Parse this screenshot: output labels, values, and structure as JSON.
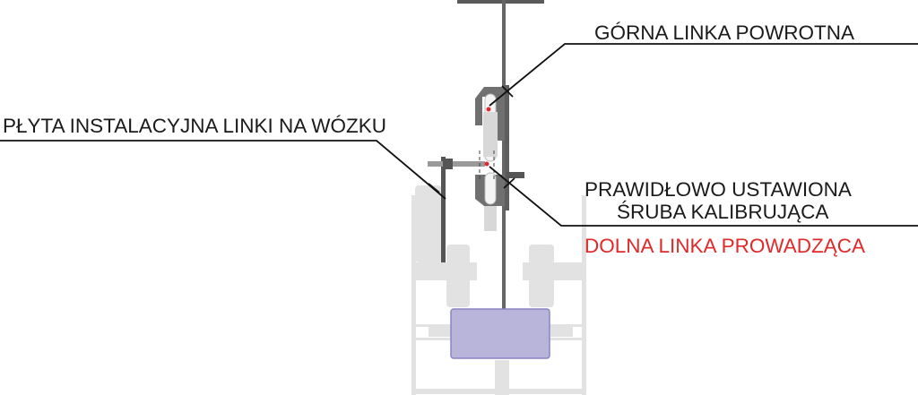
{
  "labels": {
    "upper_cable": "GÓRNA LINKA POWROTNA",
    "mounting_plate": "PŁYTA INSTALACYJNA LINKI NA WÓZKU",
    "calibration_line1": "PRAWIDŁOWO USTAWIONA",
    "calibration_line2": "ŚRUBA KALIBRUJĄCA",
    "lower_cable": "DOLNA LINKA PROWADZĄCA"
  },
  "colors": {
    "text": "#1a1a1a",
    "highlight": "#e02a2a",
    "frame": "#e0e0e0",
    "metal": "#6b6b6b",
    "weight": "#b8b4da"
  }
}
